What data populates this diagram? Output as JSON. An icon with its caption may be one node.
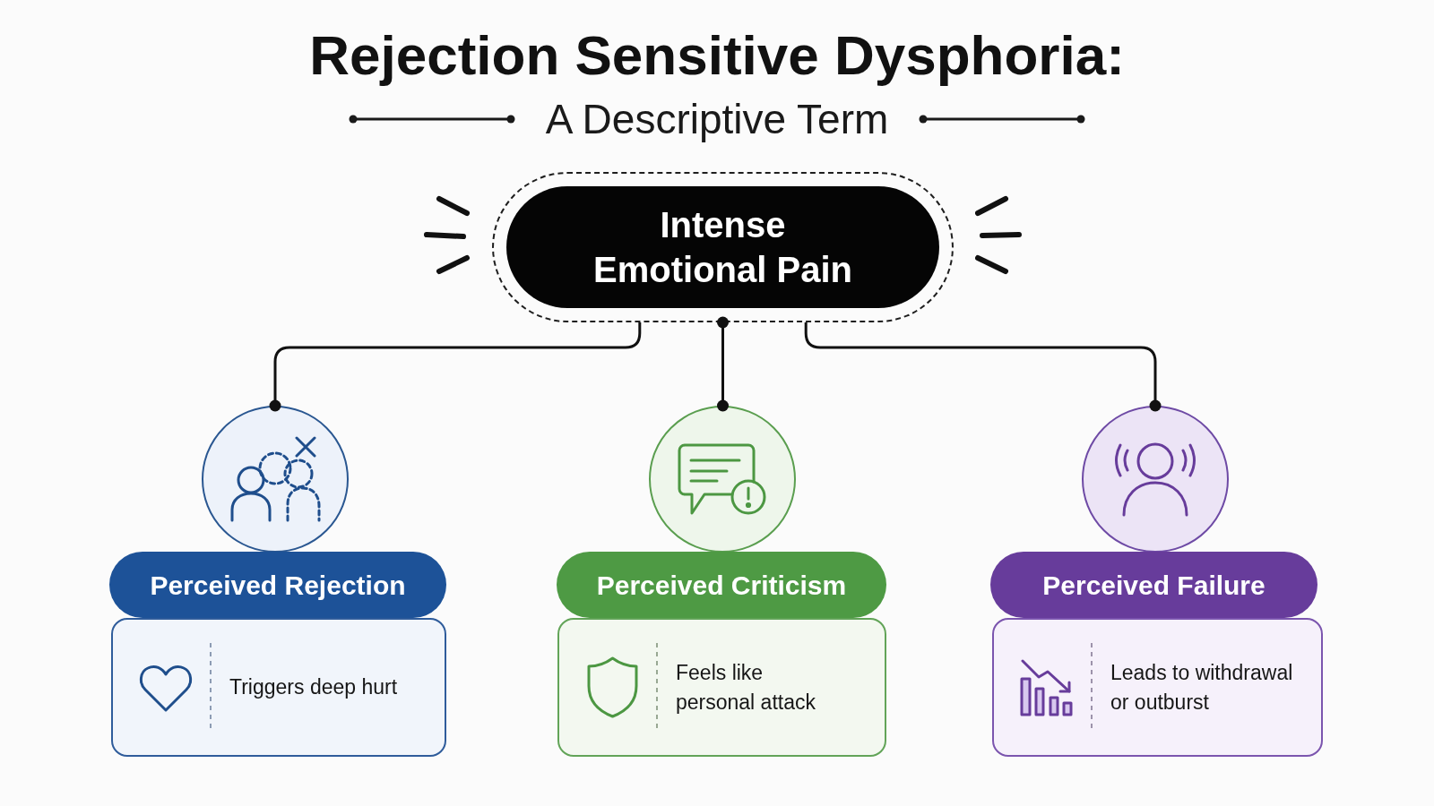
{
  "diagram": {
    "title": "Rejection Sensitive Dysphoria:",
    "nodes": [
      {
        "text": [
          "Intense Emotional Pain"
        ]
      },
      {
        "text": [],
        "shape": "circle"
      },
      {
        "text": [
          "Perceived Rejection"
        ]
      },
      {
        "text": [
          "Triggers deep hurt"
        ]
      },
      {
        "text": [],
        "shape": "circle"
      },
      {
        "text": [
          "Perceived Criticism"
        ]
      },
      {
        "text": [
          "Feels like personal attack"
        ]
      },
      {
        "text": [],
        "shape": "circle"
      },
      {
        "text": [
          "Perceived Failure"
        ]
      },
      {
        "text": [
          "Leads to withdrawal or outburst"
        ]
      }
    ],
    "edges": [
      {
        "from": 0,
        "to": 1,
        "arrow": "other"
      },
      {
        "from": 0,
        "to": 4,
        "arrow": "other"
      },
      {
        "from": 0,
        "to": 7,
        "arrow": "other"
      }
    ],
    "labels": [
      "A Descriptive Term"
    ]
  }
}
